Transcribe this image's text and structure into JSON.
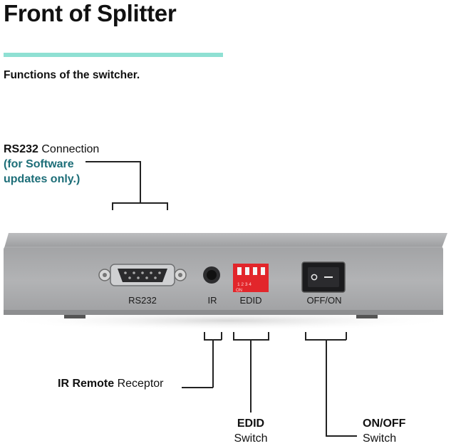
{
  "page": {
    "title": "Front of Splitter",
    "subtitle": "Functions of the switcher.",
    "accent_color": "#8fe0d3",
    "highlight_color": "#1d6e78"
  },
  "callouts": {
    "rs232": {
      "bold": "RS232",
      "rest": " Connection",
      "note_line1": "(for Software",
      "note_line2": "updates only.)"
    },
    "ir": {
      "bold": "IR Remote",
      "rest": " Receptor"
    },
    "edid": {
      "bold": "EDID",
      "rest": "Switch"
    },
    "onoff": {
      "bold": "ON/OFF",
      "rest": "Switch"
    }
  },
  "device": {
    "port_labels": {
      "rs232": "RS232",
      "ir": "IR",
      "edid": "EDID",
      "power": "OFF/ON"
    },
    "dip_marks": "1 2 3 4",
    "dip_on": "ON",
    "body_color": "#a9aaac",
    "dip_color": "#e2262b"
  }
}
